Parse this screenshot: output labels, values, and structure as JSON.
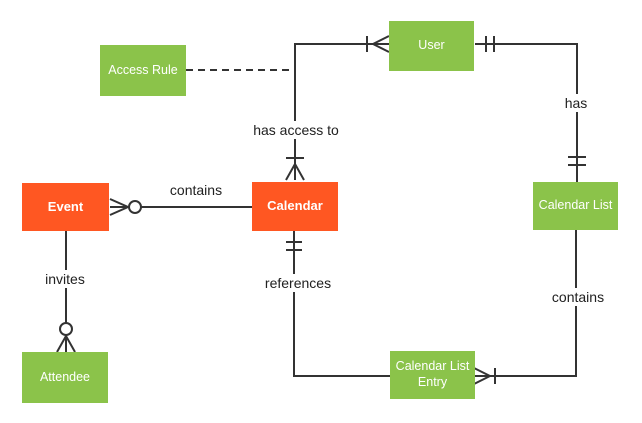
{
  "diagram": {
    "entities": [
      {
        "id": "access-rule",
        "label": "Access Rule",
        "color_role": "green"
      },
      {
        "id": "user",
        "label": "User",
        "color_role": "green"
      },
      {
        "id": "event",
        "label": "Event",
        "color_role": "orange"
      },
      {
        "id": "calendar",
        "label": "Calendar",
        "color_role": "orange"
      },
      {
        "id": "calendar-list",
        "label": "Calendar List",
        "color_role": "green"
      },
      {
        "id": "attendee",
        "label": "Attendee",
        "color_role": "green"
      },
      {
        "id": "calendar-list-entry",
        "label": "Calendar List Entry",
        "color_role": "green"
      }
    ],
    "relationships": [
      {
        "label": "contains",
        "from": "Calendar",
        "to": "Event",
        "cardinality_at_event": "zero-or-many (crow's foot + circle)"
      },
      {
        "label": "has access to",
        "from": "User",
        "to": "Calendar",
        "cardinality_at_user": "one-or-many (tick + crow's foot)",
        "cardinality_at_calendar": "one-or-many (tick + crow's foot)"
      },
      {
        "label": "has",
        "from": "User",
        "to": "Calendar List",
        "cardinality_at_user": "exactly-one (double tick)",
        "cardinality_at_calendar_list": "exactly-one (double tick)"
      },
      {
        "label": "invites",
        "from": "Event",
        "to": "Attendee",
        "cardinality_at_attendee": "zero-or-many (circle + crow's foot)"
      },
      {
        "label": "references",
        "from": "Calendar",
        "to": "Calendar List Entry",
        "cardinality_at_calendar": "exactly-one (double tick)"
      },
      {
        "label": "contains",
        "from": "Calendar List",
        "to": "Calendar List Entry",
        "cardinality_at_entry": "one-or-many (crow's foot + tick)"
      },
      {
        "label": "",
        "from": "Access Rule",
        "to": "has access to line",
        "style": "dashed association"
      }
    ],
    "colors": {
      "green": "#8BC34A",
      "orange": "#FF5722",
      "line": "#333333",
      "label_text": "#212121",
      "entity_text": "#ffffff",
      "background": "#ffffff"
    }
  }
}
